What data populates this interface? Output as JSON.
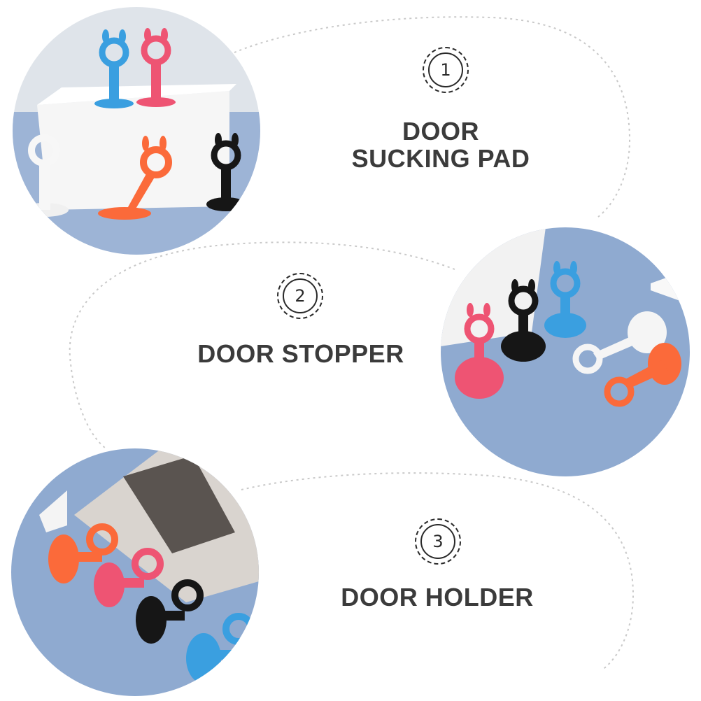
{
  "features": [
    {
      "number": "1",
      "line1": "DOOR",
      "line2": "SUCKING PAD",
      "photo": "colorful rabbit-ear door stoppers on a white block"
    },
    {
      "number": "2",
      "line1": "DOOR STOPPER",
      "line2": "",
      "photo": "five door stoppers on a blue surface"
    },
    {
      "number": "3",
      "line1": "DOOR HOLDER",
      "line2": "",
      "photo": "door stoppers lying beside a magazine"
    }
  ],
  "colors": {
    "background": "#ffffff",
    "text": "#3b3b3b",
    "blue_surface": "#9db4d6",
    "stopper_blue": "#3a9fe0",
    "stopper_pink": "#ee5473",
    "stopper_orange": "#fb6a3a",
    "stopper_black": "#161616",
    "stopper_white": "#f2f2f2"
  }
}
